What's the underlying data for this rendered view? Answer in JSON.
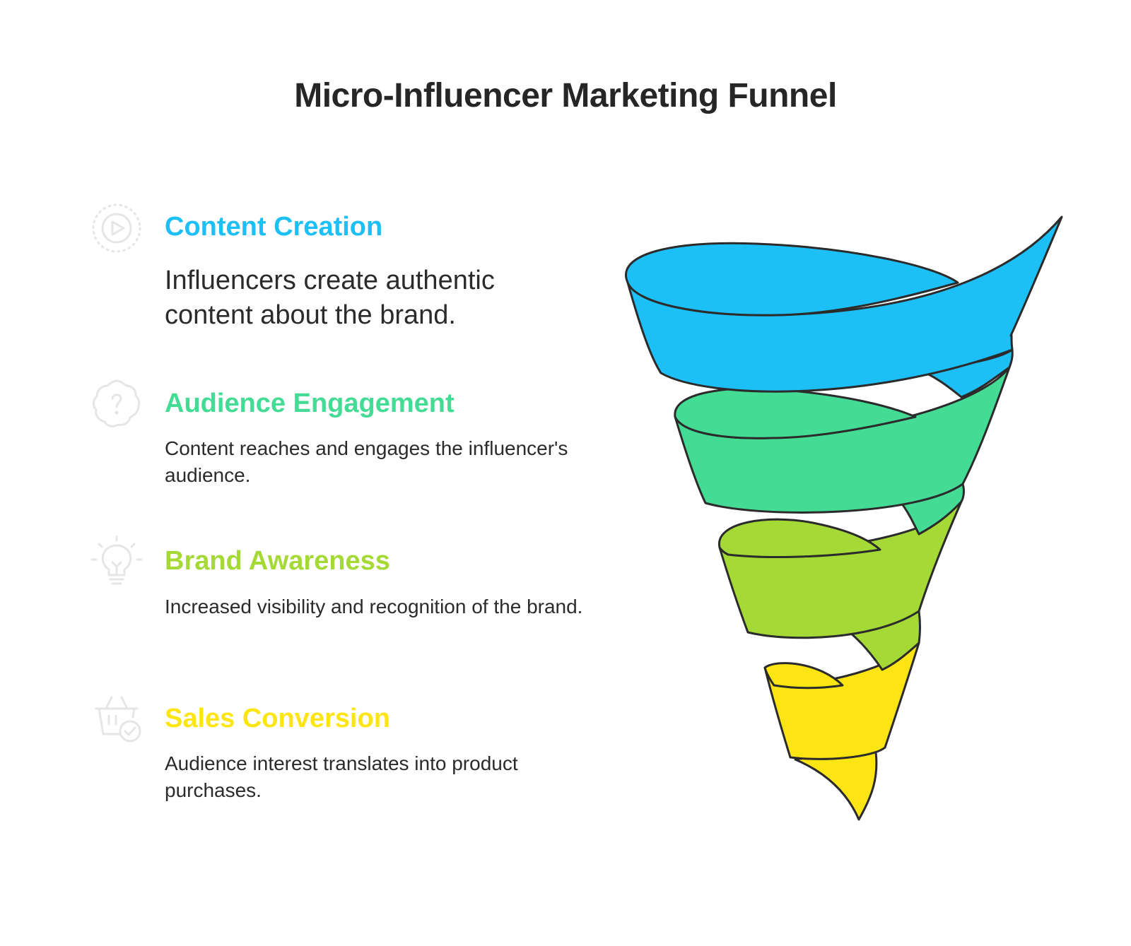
{
  "title": "Micro-Influencer Marketing Funnel",
  "colors": {
    "content_creation": "#1cc0f7",
    "audience_engagement": "#44dc95",
    "brand_awareness": "#a5d935",
    "sales_conversion": "#fde514",
    "outline": "#2b2b2b",
    "icon": "#e6e6e6"
  },
  "stages": [
    {
      "heading": "Content Creation",
      "description": "Influencers create authentic content about the brand.",
      "icon": "play-video-icon",
      "color": "#1cc0f7"
    },
    {
      "heading": "Audience Engagement",
      "description": "Content reaches and engages the influencer's audience.",
      "icon": "question-bubble-icon",
      "color": "#44dc95"
    },
    {
      "heading": "Brand Awareness",
      "description": "Increased visibility and recognition of the brand.",
      "icon": "lightbulb-icon",
      "color": "#a5d935"
    },
    {
      "heading": "Sales Conversion",
      "description": "Audience interest translates into product purchases.",
      "icon": "shopping-basket-check-icon",
      "color": "#fde514"
    }
  ]
}
